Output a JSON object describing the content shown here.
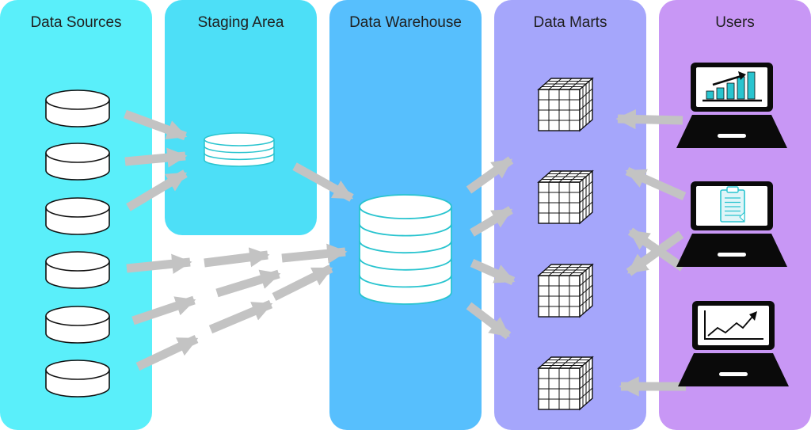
{
  "columns": [
    {
      "id": "sources",
      "title": "Data Sources",
      "color": "#5aeffa"
    },
    {
      "id": "staging",
      "title": "Staging Area",
      "color": "#4ddff7"
    },
    {
      "id": "warehouse",
      "title": "Data Warehouse",
      "color": "#57bffd"
    },
    {
      "id": "marts",
      "title": "Data Marts",
      "color": "#a5a6fb"
    },
    {
      "id": "users",
      "title": "Users",
      "color": "#c897f5"
    }
  ],
  "colors": {
    "arrow": "#c3c3c3",
    "stroke": "#111111",
    "accent": "#29c4cf",
    "laptop": "#0a0a0a"
  },
  "icons": {
    "source": "database-disk-icon",
    "staging": "stacked-database-icon",
    "warehouse": "large-database-icon",
    "mart": "data-cube-icon",
    "user_bar": "laptop-bar-chart-icon",
    "user_report": "laptop-clipboard-icon",
    "user_line": "laptop-line-chart-icon"
  }
}
